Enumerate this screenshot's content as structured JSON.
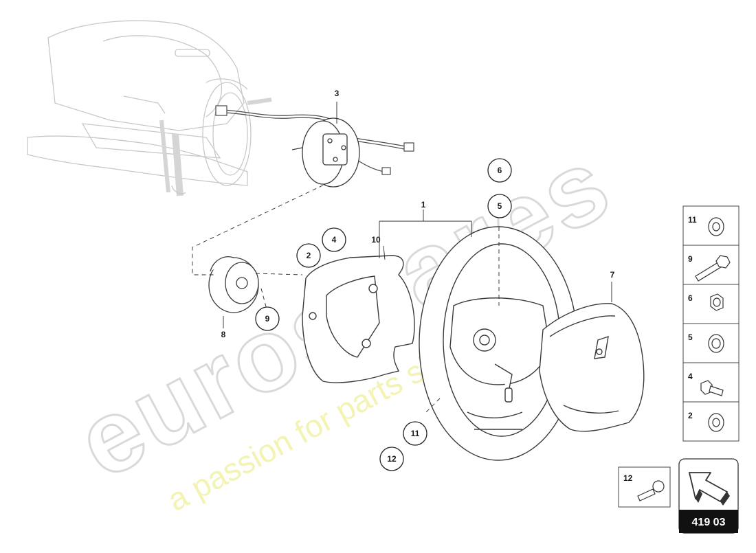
{
  "watermark": {
    "brand": "eurospares",
    "tagline": "a passion for parts since 1985"
  },
  "callouts": {
    "c1": "1",
    "c2": "2",
    "c3": "3",
    "c4": "4",
    "c5": "5",
    "c6": "6",
    "c7": "7",
    "c8": "8",
    "c9": "9",
    "c10": "10",
    "c11": "11",
    "c12": "12"
  },
  "legend": {
    "items": [
      "11",
      "9",
      "6",
      "5",
      "4",
      "2"
    ],
    "extra": "12"
  },
  "reference": {
    "code": "419 03"
  }
}
